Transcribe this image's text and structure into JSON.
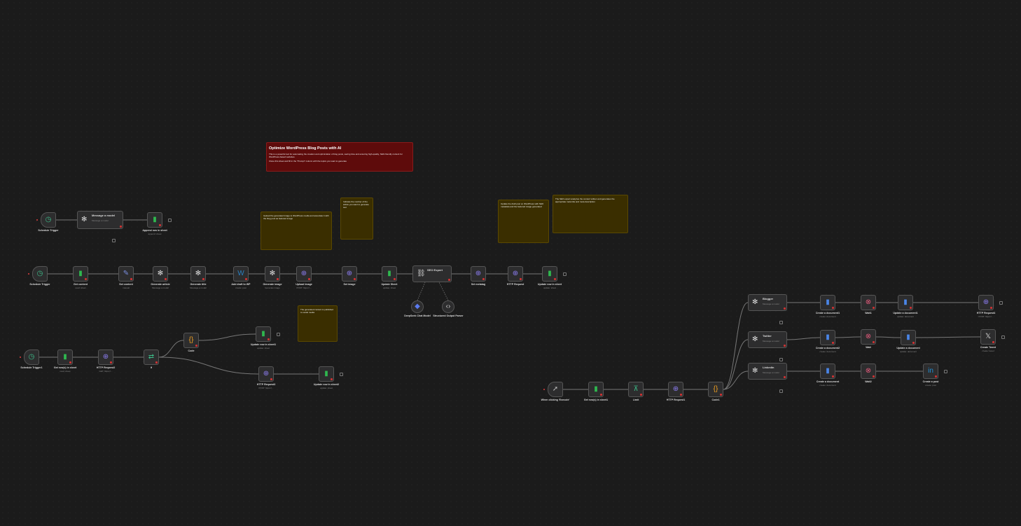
{
  "canvas": {
    "background": "#1b1b1b",
    "edge_color": "#777777"
  },
  "sticky_notes": [
    {
      "title": "Optimize WordPress Blog Posts with AI",
      "lines": [
        "This is a powerful tool for automating the creation and optimization of blog posts, saving time and ensuring high-quality, SEO-friendly content for WordPress-based websites.",
        "Clone this sheet and fill in the \"Prompt\" column with the topics you want to generate"
      ],
      "color": "#5e0b0b"
    },
    {
      "lines": [
        "Upload the generated image to WordPress media and associate it with the blog post as featured image"
      ],
      "color": "#3a2e00"
    },
    {
      "lines": [
        "Indicate the number of the article you want to generate text"
      ],
      "color": "#3a2e00"
    },
    {
      "lines": [
        "Update the draft post on WordPress with SEO metadata and the featured image generated"
      ],
      "color": "#3a2e00"
    },
    {
      "lines": [
        "The SEO expert analyzes the content written and generates the appropriate meta title and meta description"
      ],
      "color": "#3a2e00"
    },
    {
      "lines": [
        "The generated content is published to social media"
      ],
      "color": "#3a2e00"
    }
  ],
  "nodes": [
    {
      "label": "Schedule Trigger",
      "sub": "",
      "icon": "clock-icon",
      "glyph": "◷",
      "color": "#3dbf8a"
    },
    {
      "label": "Message a model",
      "sub": "Message a model",
      "icon": "openai-icon",
      "glyph": "✻",
      "color": "#ddd"
    },
    {
      "label": "Append row in sheet",
      "sub": "append: sheet",
      "icon": "google-sheets-icon",
      "glyph": "▮",
      "color": "#2fb84f"
    },
    {
      "label": "Schedule Trigger",
      "sub": "",
      "icon": "clock-icon",
      "glyph": "◷",
      "color": "#3dbf8a"
    },
    {
      "label": "Get content",
      "sub": "read: sheet",
      "icon": "google-sheets-icon",
      "glyph": "▮",
      "color": "#2fb84f"
    },
    {
      "label": "Set content",
      "sub": "manual",
      "icon": "pencil-icon",
      "glyph": "✎",
      "color": "#7a8ee0"
    },
    {
      "label": "Generate article",
      "sub": "Message a model",
      "icon": "openai-icon",
      "glyph": "✻",
      "color": "#ddd"
    },
    {
      "label": "Generate title",
      "sub": "Message a model",
      "icon": "openai-icon",
      "glyph": "✻",
      "color": "#ddd"
    },
    {
      "label": "Add draft to WP",
      "sub": "create: post",
      "icon": "wordpress-icon",
      "glyph": "W",
      "color": "#2a7fbf"
    },
    {
      "label": "Generate image",
      "sub": "Generate image",
      "icon": "openai-icon",
      "glyph": "✻",
      "color": "#ddd"
    },
    {
      "label": "Upload image",
      "sub": "POST: https://...",
      "icon": "globe-icon",
      "glyph": "⊕",
      "color": "#8b7cf0"
    },
    {
      "label": "Set image",
      "sub": "",
      "icon": "globe-icon",
      "glyph": "⊕",
      "color": "#8b7cf0"
    },
    {
      "label": "Update Sheet",
      "sub": "update: sheet",
      "icon": "google-sheets-icon",
      "glyph": "▮",
      "color": "#2fb84f"
    },
    {
      "label": "SEO Expert",
      "sub": "",
      "icon": "link-icon",
      "glyph": "⛓",
      "color": "#ccc"
    },
    {
      "label": "Set metatag",
      "sub": "",
      "icon": "globe-icon",
      "glyph": "⊕",
      "color": "#8b7cf0"
    },
    {
      "label": "HTTP Request",
      "sub": "",
      "icon": "globe-icon",
      "glyph": "⊕",
      "color": "#8b7cf0"
    },
    {
      "label": "Update row in sheet",
      "sub": "update: sheet",
      "icon": "google-sheets-icon",
      "glyph": "▮",
      "color": "#2fb84f"
    },
    {
      "label": "DeepSeek Chat Model",
      "sub": "",
      "icon": "deepseek-icon",
      "glyph": "◆",
      "color": "#5b7bf0"
    },
    {
      "label": "Structured Output Parser",
      "sub": "",
      "icon": "code-brackets-icon",
      "glyph": "‹›",
      "color": "#ccc"
    },
    {
      "label": "Schedule Trigger1",
      "sub": "",
      "icon": "clock-icon",
      "glyph": "◷",
      "color": "#3dbf8a"
    },
    {
      "label": "Get row(s) in sheet",
      "sub": "read: sheet",
      "icon": "google-sheets-icon",
      "glyph": "▮",
      "color": "#2fb84f"
    },
    {
      "label": "HTTP Request2",
      "sub": "GET: https://...",
      "icon": "globe-icon",
      "glyph": "⊕",
      "color": "#8b7cf0"
    },
    {
      "label": "If",
      "sub": "",
      "icon": "if-icon",
      "glyph": "⇄",
      "color": "#3dbf8a"
    },
    {
      "label": "Code",
      "sub": "",
      "icon": "code-icon",
      "glyph": "{}",
      "color": "#f0a020"
    },
    {
      "label": "Update row in sheet1",
      "sub": "update: sheet",
      "icon": "google-sheets-icon",
      "glyph": "▮",
      "color": "#2fb84f"
    },
    {
      "label": "HTTP Request3",
      "sub": "POST: https://...",
      "icon": "globe-icon",
      "glyph": "⊕",
      "color": "#8b7cf0"
    },
    {
      "label": "Update row in sheet2",
      "sub": "update: sheet",
      "icon": "google-sheets-icon",
      "glyph": "▮",
      "color": "#2fb84f"
    },
    {
      "label": "When clicking 'Execute'",
      "sub": "",
      "icon": "cursor-icon",
      "glyph": "➚",
      "color": "#bbb"
    },
    {
      "label": "Get row(s) in sheet1",
      "sub": "",
      "icon": "google-sheets-icon",
      "glyph": "▮",
      "color": "#2fb84f"
    },
    {
      "label": "Limit",
      "sub": "",
      "icon": "limit-icon",
      "glyph": "⊼",
      "color": "#3dbf8a"
    },
    {
      "label": "HTTP Request1",
      "sub": "",
      "icon": "globe-icon",
      "glyph": "⊕",
      "color": "#8b7cf0"
    },
    {
      "label": "Code1",
      "sub": "",
      "icon": "code-icon",
      "glyph": "{}",
      "color": "#f0a020"
    },
    {
      "label": "Blogger",
      "sub": "Message a model",
      "icon": "openai-icon",
      "glyph": "✻",
      "color": "#ddd"
    },
    {
      "label": "Twitter",
      "sub": "Message a model",
      "icon": "openai-icon",
      "glyph": "✻",
      "color": "#ddd"
    },
    {
      "label": "Linkedin",
      "sub": "Message a model",
      "icon": "openai-icon",
      "glyph": "✻",
      "color": "#ddd"
    },
    {
      "label": "Create a document1",
      "sub": "create: document",
      "icon": "google-docs-icon",
      "glyph": "▮",
      "color": "#4a86e8"
    },
    {
      "label": "Wait1",
      "sub": "",
      "icon": "wait-icon",
      "glyph": "⊗",
      "color": "#e05a7a"
    },
    {
      "label": "Update a document1",
      "sub": "update: document",
      "icon": "google-docs-icon",
      "glyph": "▮",
      "color": "#4a86e8"
    },
    {
      "label": "HTTP Request4",
      "sub": "POST: https://...",
      "icon": "globe-icon",
      "glyph": "⊕",
      "color": "#8b7cf0"
    },
    {
      "label": "Create a document2",
      "sub": "create: document",
      "icon": "google-docs-icon",
      "glyph": "▮",
      "color": "#4a86e8"
    },
    {
      "label": "Wait",
      "sub": "",
      "icon": "wait-icon",
      "glyph": "⊗",
      "color": "#e05a7a"
    },
    {
      "label": "Update a document",
      "sub": "update: document",
      "icon": "google-docs-icon",
      "glyph": "▮",
      "color": "#4a86e8"
    },
    {
      "label": "Create Tweet",
      "sub": "create: tweet",
      "icon": "x-icon",
      "glyph": "𝕏",
      "color": "#ddd"
    },
    {
      "label": "Create a document",
      "sub": "create: document",
      "icon": "google-docs-icon",
      "glyph": "▮",
      "color": "#4a86e8"
    },
    {
      "label": "Wait2",
      "sub": "",
      "icon": "wait-icon",
      "glyph": "⊗",
      "color": "#e05a7a"
    },
    {
      "label": "Create a post",
      "sub": "create: post",
      "icon": "linkedin-icon",
      "glyph": "in",
      "color": "#1f8fd6"
    }
  ]
}
